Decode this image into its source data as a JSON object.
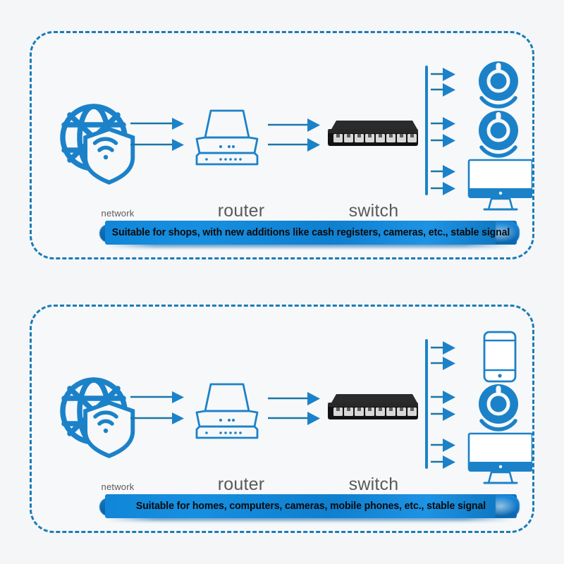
{
  "page": {
    "background_color": "#f5f6f7",
    "accent_color": "#1a7cb8",
    "icon_blue": "#1b82c9",
    "banner_blue": "#1186d8",
    "label_color": "#5a5a5a"
  },
  "panels": [
    {
      "id": "shops",
      "nodes": [
        {
          "name": "network",
          "label": "network",
          "icon": "globe-shield-wifi-icon"
        },
        {
          "name": "router",
          "label": "router",
          "icon": "router-icon"
        },
        {
          "name": "switch",
          "label": "switch",
          "icon": "network-switch-icon"
        }
      ],
      "switch_ports": 8,
      "arrow_groups": [
        {
          "name": "network-to-router",
          "count": 2
        },
        {
          "name": "router-to-switch",
          "count": 2
        }
      ],
      "distribution": {
        "name": "switch-output-bus",
        "branches": [
          {
            "name": "branch-camera-1",
            "arrows": 2,
            "device": "camera-icon",
            "device_label": "camera"
          },
          {
            "name": "branch-camera-2",
            "arrows": 2,
            "device": "camera-icon",
            "device_label": "camera"
          },
          {
            "name": "branch-monitor",
            "arrows": 2,
            "device": "monitor-icon",
            "device_label": "computer monitor"
          }
        ]
      },
      "banner": "Suitable for shops, with new additions like cash registers, cameras, etc., stable signal"
    },
    {
      "id": "homes",
      "nodes": [
        {
          "name": "network",
          "label": "network",
          "icon": "globe-shield-wifi-icon"
        },
        {
          "name": "router",
          "label": "router",
          "icon": "router-icon"
        },
        {
          "name": "switch",
          "label": "switch",
          "icon": "network-switch-icon"
        }
      ],
      "switch_ports": 8,
      "arrow_groups": [
        {
          "name": "network-to-router",
          "count": 2
        },
        {
          "name": "router-to-switch",
          "count": 2
        }
      ],
      "distribution": {
        "name": "switch-output-bus",
        "branches": [
          {
            "name": "branch-phone",
            "arrows": 2,
            "device": "smartphone-icon",
            "device_label": "mobile phone"
          },
          {
            "name": "branch-camera",
            "arrows": 2,
            "device": "camera-icon",
            "device_label": "camera"
          },
          {
            "name": "branch-monitor",
            "arrows": 2,
            "device": "monitor-icon",
            "device_label": "computer monitor"
          }
        ]
      },
      "banner": "Suitable for homes, computers, cameras, mobile phones, etc., stable signal"
    }
  ]
}
